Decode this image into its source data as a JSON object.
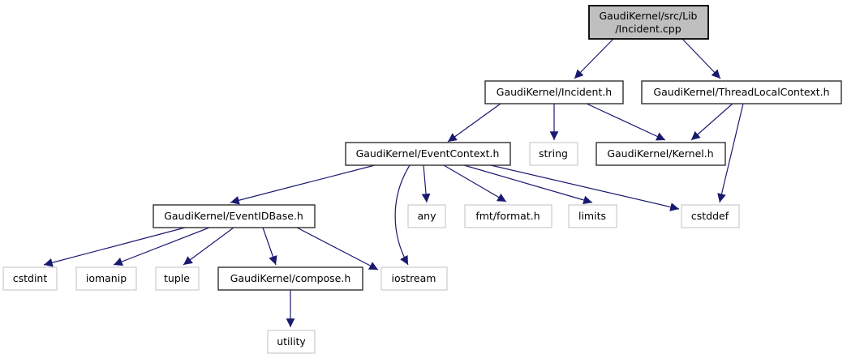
{
  "diagram": {
    "type": "include-dependency-graph",
    "background_color": "#ffffff",
    "edge_color": "#191970",
    "node_fill": "#ffffff",
    "current_node_fill": "#bfbfbf",
    "internal_node_border": "#303030",
    "system_node_border": "#c0c0c0",
    "text_color": "#000000"
  },
  "nodes": {
    "incident_cpp": {
      "label": "GaudiKernel/src/Lib/Incident.cpp",
      "line1": "GaudiKernel/src/Lib",
      "line2": "/Incident.cpp",
      "kind": "current-file"
    },
    "incident_h": {
      "label": "GaudiKernel/Incident.h",
      "kind": "internal-header"
    },
    "thread_local_context_h": {
      "label": "GaudiKernel/ThreadLocalContext.h",
      "kind": "internal-header"
    },
    "event_context_h": {
      "label": "GaudiKernel/EventContext.h",
      "kind": "internal-header"
    },
    "string": {
      "label": "string",
      "kind": "system-header"
    },
    "kernel_h": {
      "label": "GaudiKernel/Kernel.h",
      "kind": "internal-header"
    },
    "event_id_base_h": {
      "label": "GaudiKernel/EventIDBase.h",
      "kind": "internal-header"
    },
    "any": {
      "label": "any",
      "kind": "system-header"
    },
    "fmt_format_h": {
      "label": "fmt/format.h",
      "kind": "system-header"
    },
    "limits": {
      "label": "limits",
      "kind": "system-header"
    },
    "cstddef": {
      "label": "cstddef",
      "kind": "system-header"
    },
    "cstdint": {
      "label": "cstdint",
      "kind": "system-header"
    },
    "iomanip": {
      "label": "iomanip",
      "kind": "system-header"
    },
    "tuple": {
      "label": "tuple",
      "kind": "system-header"
    },
    "compose_h": {
      "label": "GaudiKernel/compose.h",
      "kind": "internal-header"
    },
    "iostream": {
      "label": "iostream",
      "kind": "system-header"
    },
    "utility": {
      "label": "utility",
      "kind": "system-header"
    }
  },
  "edges": [
    {
      "from": "incident_cpp",
      "to": "incident_h"
    },
    {
      "from": "incident_cpp",
      "to": "thread_local_context_h"
    },
    {
      "from": "incident_h",
      "to": "event_context_h"
    },
    {
      "from": "incident_h",
      "to": "string"
    },
    {
      "from": "incident_h",
      "to": "kernel_h"
    },
    {
      "from": "thread_local_context_h",
      "to": "kernel_h"
    },
    {
      "from": "thread_local_context_h",
      "to": "cstddef"
    },
    {
      "from": "event_context_h",
      "to": "event_id_base_h"
    },
    {
      "from": "event_context_h",
      "to": "any"
    },
    {
      "from": "event_context_h",
      "to": "fmt_format_h"
    },
    {
      "from": "event_context_h",
      "to": "limits"
    },
    {
      "from": "event_context_h",
      "to": "cstddef"
    },
    {
      "from": "event_context_h",
      "to": "iostream"
    },
    {
      "from": "event_id_base_h",
      "to": "cstdint"
    },
    {
      "from": "event_id_base_h",
      "to": "iomanip"
    },
    {
      "from": "event_id_base_h",
      "to": "tuple"
    },
    {
      "from": "event_id_base_h",
      "to": "compose_h"
    },
    {
      "from": "event_id_base_h",
      "to": "iostream"
    },
    {
      "from": "compose_h",
      "to": "utility"
    }
  ]
}
